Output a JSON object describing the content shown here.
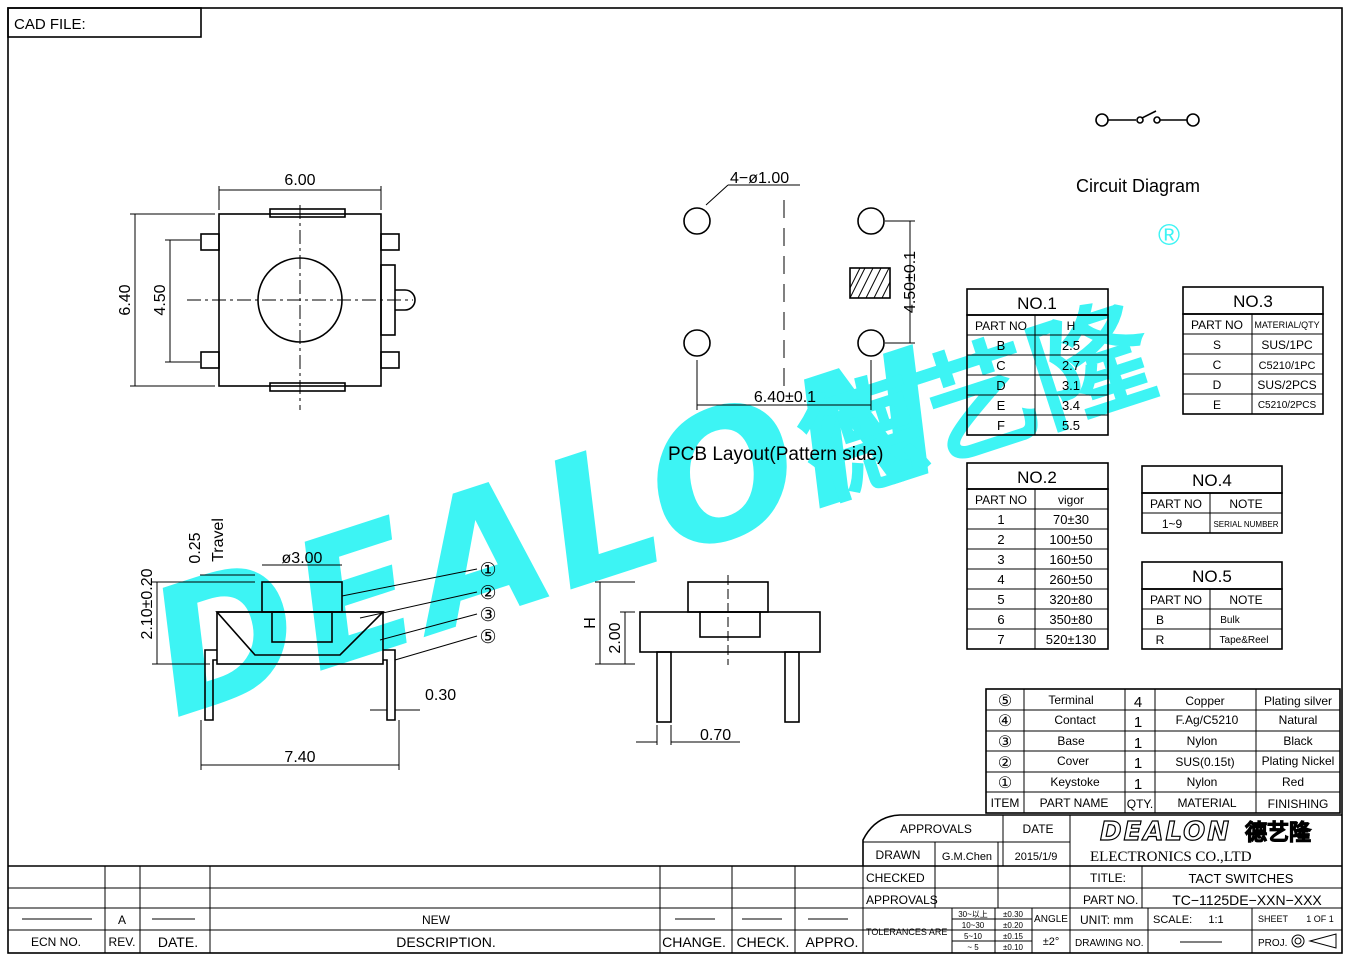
{
  "header": {
    "cad_file": "CAD FILE:"
  },
  "watermark": {
    "brand": "DEALON",
    "cn": "德艺隆",
    "reg": "®",
    "color": "#33f4f4"
  },
  "circuit": {
    "caption": "Circuit Diagram"
  },
  "top_view": {
    "dim_width": "6.00",
    "dim_height": "6.40",
    "dim_pitch": "4.50"
  },
  "pcb": {
    "hole_label": "4−ø1.00",
    "dim_vertical": "4.50±0.1",
    "dim_horizontal": "6.40±0.1",
    "caption": "PCB Layout(Pattern side)"
  },
  "side_view": {
    "travel": "Travel",
    "travel_value": "0.25",
    "dia": "ø3.00",
    "height": "2.10±0.20",
    "lead": "0.30",
    "width": "7.40",
    "balloons": [
      "①",
      "②",
      "③",
      "⑤"
    ]
  },
  "front_view": {
    "h": "H",
    "height": "2.00",
    "lead": "0.70"
  },
  "no1": {
    "title": "NO.1",
    "headers": [
      "PART NO",
      "H"
    ],
    "rows": [
      [
        "B",
        "2.5"
      ],
      [
        "C",
        "2.7"
      ],
      [
        "D",
        "3.1"
      ],
      [
        "E",
        "3.4"
      ],
      [
        "F",
        "5.5"
      ]
    ]
  },
  "no2": {
    "title": "NO.2",
    "headers": [
      "PART NO",
      "vigor"
    ],
    "rows": [
      [
        "1",
        "70±30"
      ],
      [
        "2",
        "100±50"
      ],
      [
        "3",
        "160±50"
      ],
      [
        "4",
        "260±50"
      ],
      [
        "5",
        "320±80"
      ],
      [
        "6",
        "350±80"
      ],
      [
        "7",
        "520±130"
      ]
    ]
  },
  "no3": {
    "title": "NO.3",
    "headers": [
      "PART NO",
      "MATERIAL/QTY"
    ],
    "rows": [
      [
        "S",
        "SUS/1PC"
      ],
      [
        "C",
        "C5210/1PC"
      ],
      [
        "D",
        "SUS/2PCS"
      ],
      [
        "E",
        "C5210/2PCS"
      ]
    ]
  },
  "no4": {
    "title": "NO.4",
    "headers": [
      "PART NO",
      "NOTE"
    ],
    "rows": [
      [
        "1~9",
        "SERIAL NUMBER"
      ]
    ]
  },
  "no5": {
    "title": "NO.5",
    "headers": [
      "PART NO",
      "NOTE"
    ],
    "rows": [
      [
        "B",
        "Bulk"
      ],
      [
        "R",
        "Tape&Reel"
      ]
    ]
  },
  "bom": {
    "rows": [
      [
        "⑤",
        "Terminal",
        "4",
        "Copper",
        "Plating silver"
      ],
      [
        "④",
        "Contact",
        "1",
        "F.Ag/C5210",
        "Natural"
      ],
      [
        "③",
        "Base",
        "1",
        "Nylon",
        "Black"
      ],
      [
        "②",
        "Cover",
        "1",
        "SUS(0.15t)",
        "Plating Nickel"
      ],
      [
        "①",
        "Keystoke",
        "1",
        "Nylon",
        "Red"
      ]
    ],
    "headers": [
      "ITEM",
      "PART NAME",
      "QTY.",
      "MATERIAL",
      "FINISHING"
    ]
  },
  "title_block": {
    "approvals": "APPROVALS",
    "date": "DATE",
    "drawn": "DRAWN",
    "drawn_by": "G.M.Chen",
    "drawn_date": "2015/1/9",
    "checked": "CHECKED",
    "approvals2": "APPROVALS",
    "tolerances": "TOLERANCES ARE",
    "tol_rows": [
      [
        "30~以上",
        "±0.30"
      ],
      [
        "10~30",
        "±0.20"
      ],
      [
        "5~10",
        "±0.15"
      ],
      [
        "~ 5",
        "±0.10"
      ]
    ],
    "angle": "ANGLE",
    "angle_val": "±2°",
    "company_logo": "DEALON",
    "company_cn": "德艺隆",
    "company": "ELECTRONICS CO.,LTD",
    "title_label": "TITLE:",
    "title": "TACT SWITCHES",
    "part_label": "PART NO.",
    "part": "TC−1125DE−XXN−XXX",
    "unit": "UNIT: mm",
    "scale": "SCALE:",
    "scale_val": "1:1",
    "sheet": "SHEET",
    "sheet_val": "1 OF 1",
    "drawing_no": "DRAWING NO.",
    "proj": "PROJ."
  },
  "revision": {
    "rev_val": "A",
    "desc_val": "NEW",
    "headers": [
      "ECN NO.",
      "REV.",
      "DATE.",
      "DESCRIPTION.",
      "CHANGE.",
      "CHECK.",
      "APPRO."
    ]
  }
}
